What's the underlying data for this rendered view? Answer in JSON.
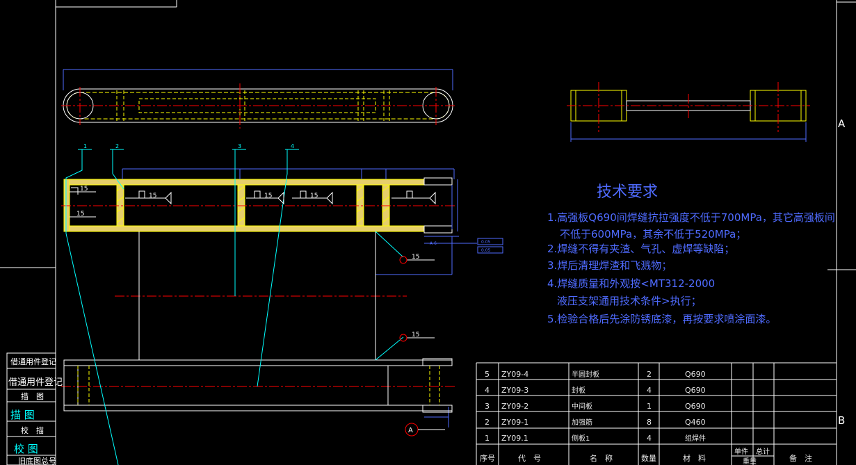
{
  "tech_requirements": {
    "title": "技术要求",
    "lines": [
      "1.高强板Q690间焊缝抗拉强度不低于700MPa，其它高强板间",
      "不低于600MPa，其余不低于520MPa；",
      "2.焊缝不得有夹渣、气孔、虚焊等缺陷；",
      "3.焊后清理焊渣和飞溅物；",
      "4.焊缝质量和外观按<MT312-2000",
      "液压支架通用技术条件>执行；",
      "5.检验合格后先涂防锈底漆，再按要求喷涂面漆。"
    ]
  },
  "bom": {
    "headers": [
      "序号",
      "代　号",
      "名　称",
      "数量",
      "材　料",
      "单件",
      "总计",
      "备　注"
    ],
    "weight_header": "重量",
    "rows": [
      {
        "no": "5",
        "code": "ZY09-4",
        "name": "半圆封板",
        "qty": "2",
        "material": "Q690"
      },
      {
        "no": "4",
        "code": "ZY09-3",
        "name": "封板",
        "qty": "4",
        "material": "Q690"
      },
      {
        "no": "3",
        "code": "ZY09-2",
        "name": "中间板",
        "qty": "1",
        "material": "Q690"
      },
      {
        "no": "2",
        "code": "ZY09-1",
        "name": "加强筋",
        "qty": "8",
        "material": "Q460"
      },
      {
        "no": "1",
        "code": "ZY09.1",
        "name": "侧板1",
        "qty": "4",
        "material": "组焊件"
      }
    ]
  },
  "left_margin": {
    "labels": [
      "借通用件登记",
      "借通用件登记",
      "描　图",
      "校　描",
      "旧底图总号"
    ],
    "signatures": [
      "描  图",
      "校  图"
    ]
  },
  "border_zones": [
    "A",
    "B"
  ],
  "welds": [
    "15",
    "15",
    "15",
    "15",
    "15",
    "15",
    "15"
  ],
  "balloons": [
    "1",
    "2",
    "3",
    "4"
  ],
  "view_label": "A",
  "small_label": "A-6",
  "callout_boxes": [
    "0.05",
    "0.05"
  ],
  "colors": {
    "background": "#000000",
    "frame": "#00ffff",
    "outline": "#ffff00",
    "dimension": "#4f6bff",
    "center": "#ff0000"
  }
}
